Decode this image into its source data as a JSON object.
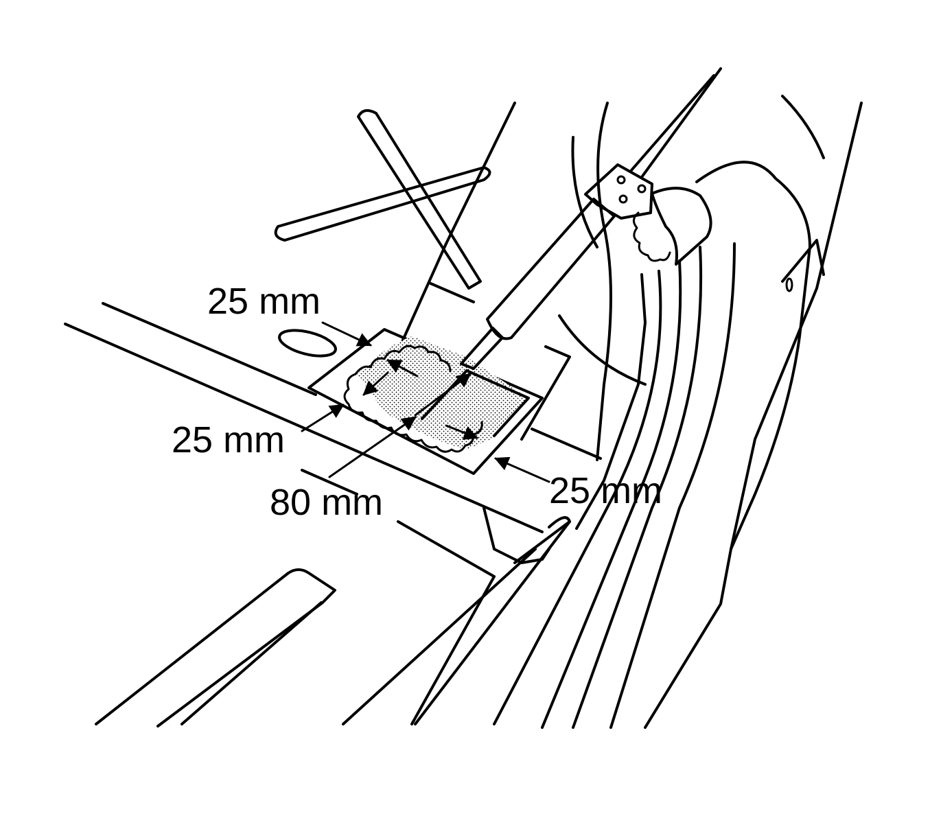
{
  "labels": {
    "top_left": "25 mm",
    "mid_left": "25 mm",
    "bottom_center": "80 mm",
    "bottom_right": "25 mm"
  },
  "colors": {
    "ink": "#000000",
    "paper": "#ffffff"
  }
}
